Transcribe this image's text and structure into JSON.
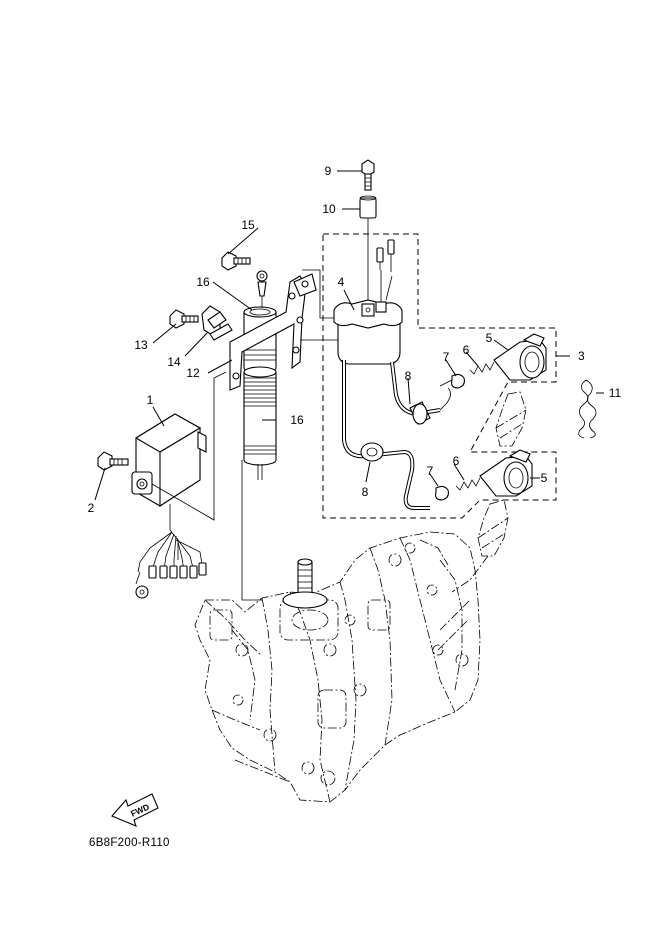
{
  "diagram_code": "6B8F200-R110",
  "fwd_label": "FWD",
  "callouts": [
    "1",
    "2",
    "3",
    "4",
    "5",
    "5",
    "6",
    "6",
    "7",
    "7",
    "8",
    "8",
    "9",
    "10",
    "11",
    "12",
    "13",
    "14",
    "15",
    "16",
    "16"
  ]
}
